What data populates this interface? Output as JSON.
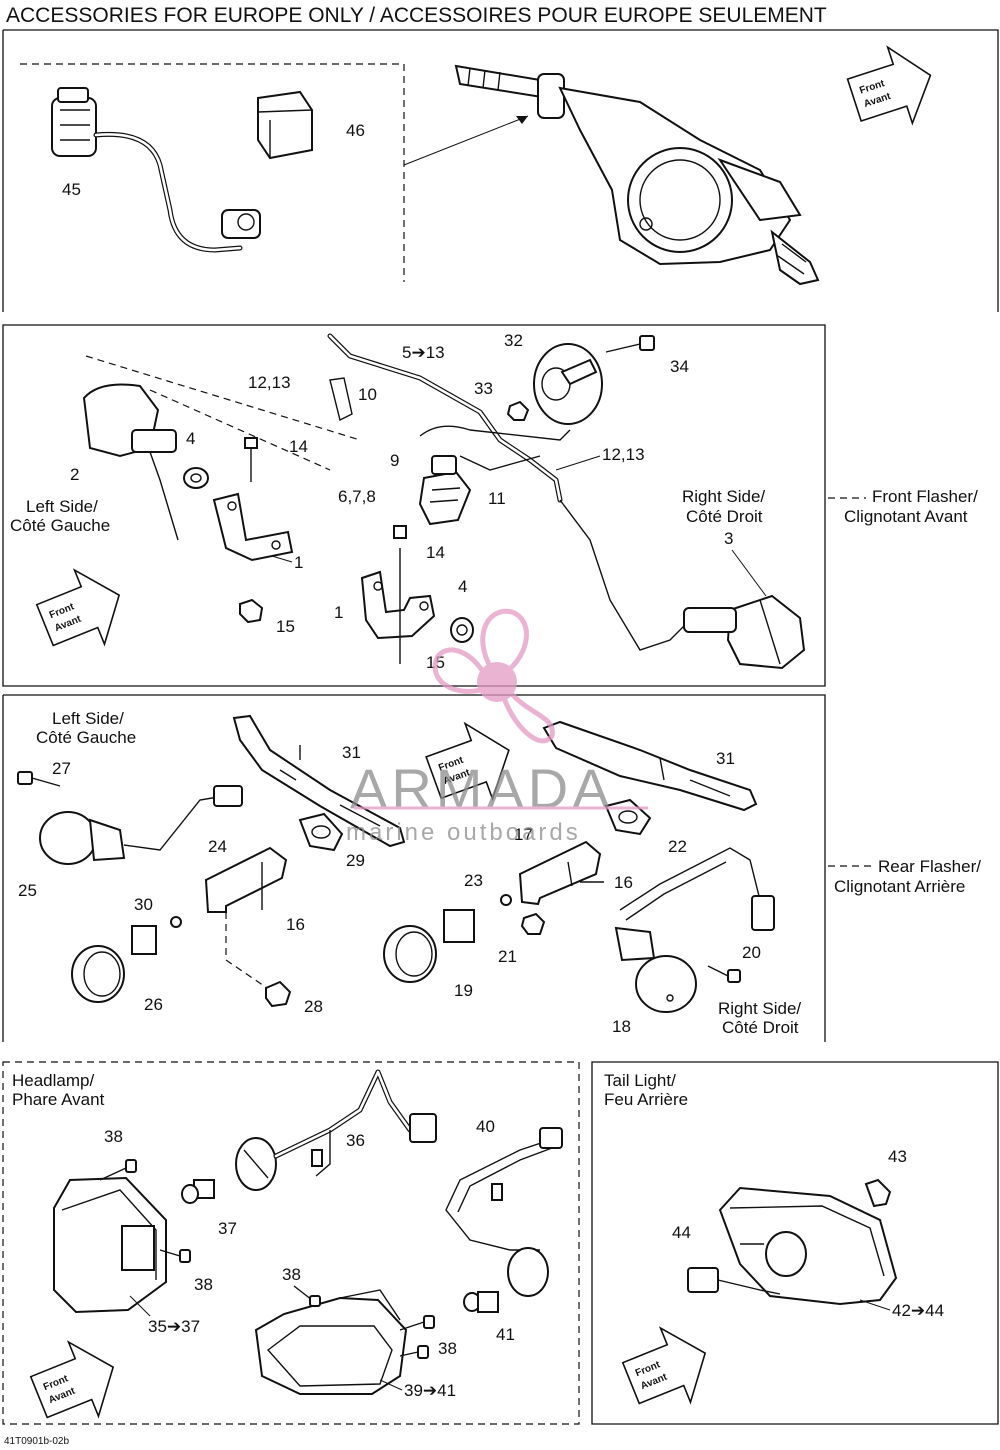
{
  "title": "ACCESSORIES FOR EUROPE ONLY / ACCESSOIRES POUR EUROPE SEULEMENT",
  "front_arrow": {
    "line1": "Front",
    "line2": "Avant"
  },
  "sections": {
    "front_flasher": {
      "line1": "Front Flasher/",
      "line2": "Clignotant Avant"
    },
    "rear_flasher": {
      "line1": "Rear Flasher/",
      "line2": "Clignotant Arrière"
    },
    "headlamp": {
      "line1": "Headlamp/",
      "line2": "Phare Avant"
    },
    "tail_light": {
      "line1": "Tail Light/",
      "line2": "Feu Arrière"
    }
  },
  "side_labels": {
    "left": {
      "line1": "Left Side/",
      "line2": "Côté Gauche"
    },
    "right": {
      "line1": "Right Side/",
      "line2": "Côté Droit"
    },
    "right_3": "3"
  },
  "callouts": {
    "p45": "45",
    "p46": "46",
    "p5_13": "5➔13",
    "p32": "32",
    "p34": "34",
    "p12_13a": "12,13",
    "p10": "10",
    "p33": "33",
    "p4a": "4",
    "p14a": "14",
    "p2": "2",
    "p9": "9",
    "p12_13b": "12,13",
    "p6_7_8": "6,7,8",
    "p11": "11",
    "p1a": "1",
    "p14b": "14",
    "p4b": "4",
    "p1b": "1",
    "p15a": "15",
    "p15b": "15",
    "p27": "27",
    "p31a": "31",
    "p31b": "31",
    "p24": "24",
    "p29": "29",
    "p17": "17",
    "p22": "22",
    "p25": "25",
    "p23": "23",
    "p16a": "16",
    "p30": "30",
    "p16b": "16",
    "p21": "21",
    "p20": "20",
    "p26": "26",
    "p28": "28",
    "p19": "19",
    "p18": "18",
    "p38a": "38",
    "p36": "36",
    "p40": "40",
    "p37": "37",
    "p38b": "38",
    "p38c": "38",
    "p35_37": "35➔37",
    "p41": "41",
    "p38d": "38",
    "p39_41": "39➔41",
    "p43": "43",
    "p44": "44",
    "p42_44": "42➔44"
  },
  "watermark": {
    "brand": "ARMADA",
    "tagline": "marine outboards",
    "color": "#e59ac4"
  },
  "footer_code": "41T0901b-02b"
}
